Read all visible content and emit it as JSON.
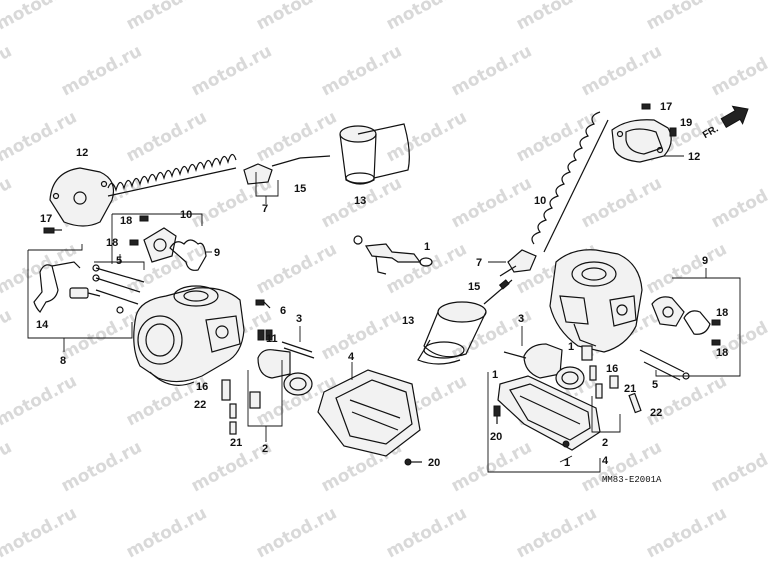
{
  "watermark": "motod.ru",
  "diagram_code": "MM83-E2001A",
  "front_indicator": "FR.",
  "callouts": {
    "left": [
      "12",
      "17",
      "10",
      "18",
      "18",
      "9",
      "7",
      "15",
      "13",
      "5",
      "14",
      "8",
      "6",
      "3",
      "11",
      "4",
      "16",
      "22",
      "21",
      "2",
      "20"
    ],
    "center": [
      "1"
    ],
    "right": [
      "17",
      "19",
      "12",
      "10",
      "7",
      "15",
      "9",
      "13",
      "3",
      "1",
      "18",
      "18",
      "16",
      "5",
      "21",
      "22",
      "20",
      "2",
      "4",
      "1"
    ]
  },
  "colors": {
    "ink": "#111111",
    "watermark": "#d9d9d9",
    "background": "#ffffff"
  }
}
